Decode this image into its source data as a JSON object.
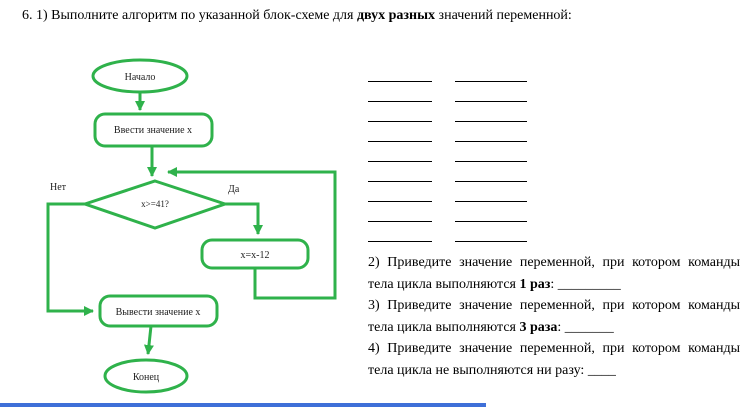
{
  "page": {
    "title": {
      "prefix": "6. 1) Выполните алгоритм по указанной блок-схеме для ",
      "bold": "двух разных",
      "suffix": " значений переменной:"
    }
  },
  "flowchart": {
    "color": "#2fb24b",
    "nodes": {
      "start": "Начало",
      "input": "Ввести значение x",
      "decision": "x>=41?",
      "no_label": "Нет",
      "yes_label": "Да",
      "assign": "x=x-12",
      "output": "Вывести значение x",
      "end": "Конец"
    }
  },
  "answer_blanks": {
    "rows": 9,
    "cols": 2
  },
  "questions": [
    {
      "prefix": "2) Приведите значение переменной, при котором команды тела цикла выполняются ",
      "bold": "1 раз",
      "suffix": ": ",
      "blank": "_________"
    },
    {
      "prefix": "3) Приведите значение переменной, при котором команды тела цикла выполняются ",
      "bold": "3 раза",
      "suffix": ": ",
      "blank": "_______"
    },
    {
      "prefix": "4) Приведите значение переменной, при котором команды тела цикла не выполняются ни разу: ",
      "bold": "",
      "suffix": "",
      "blank": "____"
    }
  ]
}
